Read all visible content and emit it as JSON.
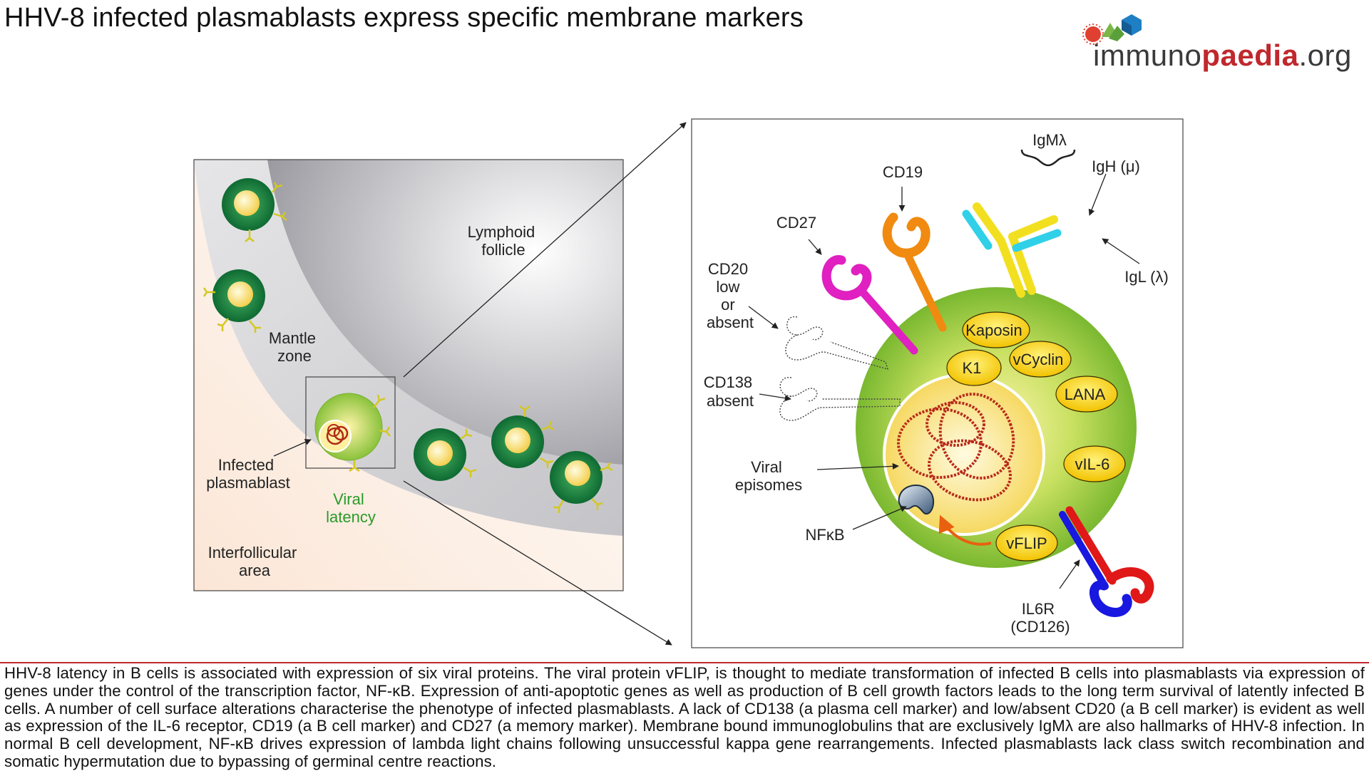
{
  "title": "HHV-8 infected plasmablasts express specific membrane markers",
  "logo": {
    "part1": "immuno",
    "part2": "paedia",
    "part3": ".org",
    "colors": {
      "grey": "#3a3a3a",
      "red": "#c0282d",
      "green": "#7ab648",
      "blue": "#1f7fc4"
    }
  },
  "left_panel": {
    "lymphoid_follicle": [
      "Lymphoid",
      "follicle"
    ],
    "mantle_zone": [
      "Mantle",
      "zone"
    ],
    "infected_plasmablast": [
      "Infected",
      "plasmablast"
    ],
    "viral_latency": [
      "Viral",
      "latency"
    ],
    "interfollicular_area": [
      "Interfollicular",
      "area"
    ]
  },
  "right_panel": {
    "igm_lambda": "IgMλ",
    "cd19": "CD19",
    "igh": "IgH (μ)",
    "cd27": "CD27",
    "igl": "IgL (λ)",
    "cd20": [
      "CD20",
      "low",
      "or",
      "absent"
    ],
    "cd138": [
      "CD138",
      "absent"
    ],
    "viral_episomes": [
      "Viral",
      "episomes"
    ],
    "nfkb": "NFκB",
    "il6r": [
      "IL6R",
      "(CD126)"
    ],
    "proteins": {
      "kaposin": "Kaposin",
      "k1": "K1",
      "vcyclin": "vCyclin",
      "lana": "LANA",
      "vil6": "vIL-6",
      "vflip": "vFLIP"
    }
  },
  "caption": "HHV-8 latency in B cells is associated with expression of six viral proteins. The viral protein vFLIP, is thought to mediate transformation of infected B cells into plasmablasts via expression of genes under the control of the transcription factor, NF-κB. Expression of anti-apoptotic genes as well as production of B cell growth factors leads to the long term survival of latently infected B cells. A number of cell surface alterations characterise the phenotype of infected plasmablasts. A lack of CD138 (a plasma cell marker) and low/absent CD20 (a B cell marker) is evident as well as expression of the IL-6 receptor, CD19 (a B cell marker) and CD27 (a memory marker). Membrane bound immunoglobulins that are exclusively IgMλ are also hallmarks of HHV-8 infection. In normal B cell development, NF-κB drives expression of lambda light chains following unsuccessful kappa gene rearrangements. Infected plasmablasts lack class switch recombination and somatic hypermutation due to bypassing of germinal centre reactions."
}
